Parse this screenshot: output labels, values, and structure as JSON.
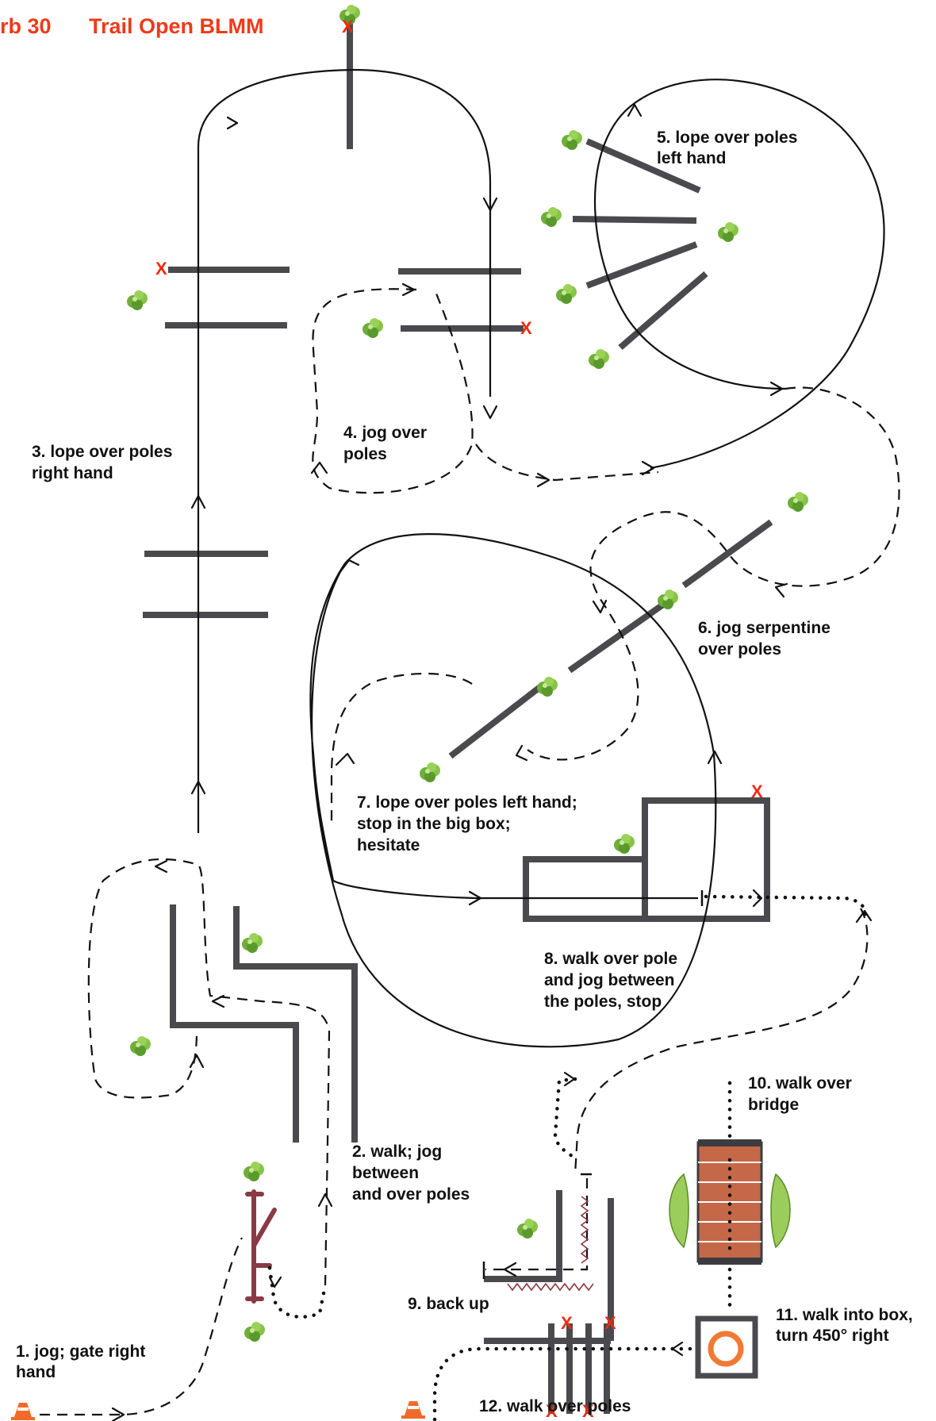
{
  "title": {
    "class_label": "rb 30",
    "name": "Trail Open BLMM"
  },
  "obstacles": [
    {
      "id": 1,
      "lines": [
        "1. jog; gate right",
        "hand"
      ]
    },
    {
      "id": 2,
      "lines": [
        "2. walk; jog",
        "between",
        "and over poles"
      ]
    },
    {
      "id": 3,
      "lines": [
        "3. lope over poles",
        "right hand"
      ]
    },
    {
      "id": 4,
      "lines": [
        "4. jog over",
        "poles"
      ]
    },
    {
      "id": 5,
      "lines": [
        "5. lope over poles",
        "left hand"
      ]
    },
    {
      "id": 6,
      "lines": [
        "6. jog serpentine",
        "over poles"
      ]
    },
    {
      "id": 7,
      "lines": [
        "7. lope over poles left hand;",
        "stop in the big box;",
        "hesitate"
      ]
    },
    {
      "id": 8,
      "lines": [
        "8. walk over pole",
        "and jog between",
        "the poles, stop"
      ]
    },
    {
      "id": 9,
      "lines": [
        "9. back up"
      ]
    },
    {
      "id": 10,
      "lines": [
        "10. walk over",
        "bridge"
      ]
    },
    {
      "id": 11,
      "lines": [
        "11. walk into box,",
        "turn 450° right"
      ]
    },
    {
      "id": 12,
      "lines": [
        "12. walk over poles"
      ]
    }
  ],
  "marker_text": "X",
  "colors": {
    "title": "#ee3a18",
    "marker": "#ee2a10",
    "pole": "#4a4a4e",
    "bridge": "#c0664a",
    "gate": "#8a3a44",
    "plant": "#7fbf3f",
    "cone": "#f26a2a"
  }
}
